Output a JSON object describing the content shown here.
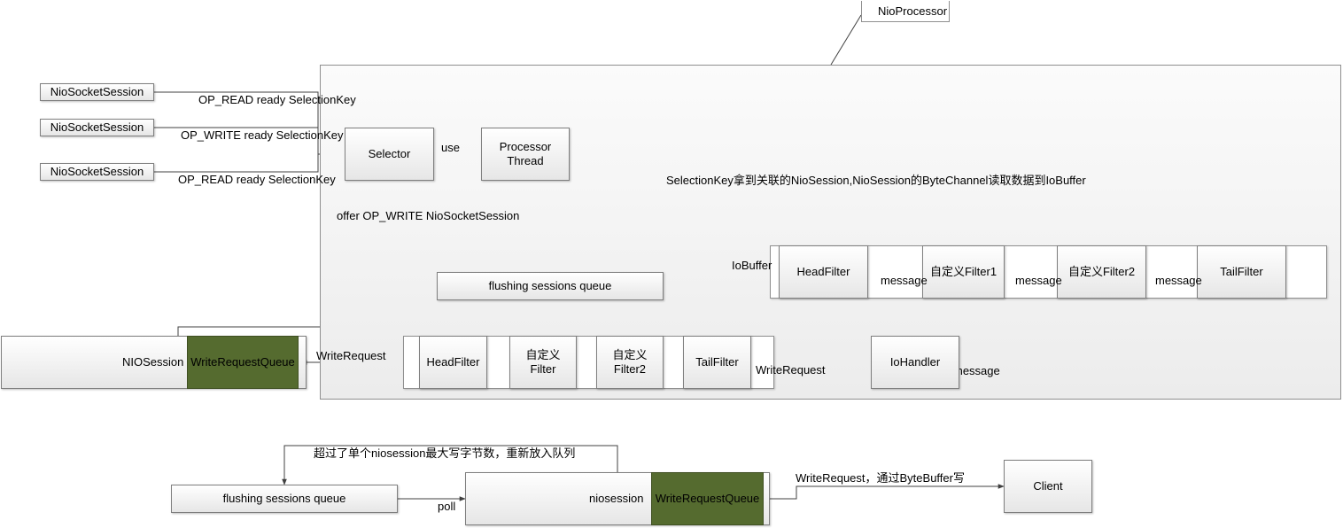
{
  "processor": {
    "label": "NioProcessor"
  },
  "sessions": [
    "NioSocketSession",
    "NioSocketSession",
    "NioSocketSession"
  ],
  "session_edges": [
    "OP_READ ready  SelectionKey",
    "OP_WRITE ready SelectionKey",
    "OP_READ ready SelectionKey"
  ],
  "selector": "Selector",
  "processor_thread": "Processor\nThread",
  "use_label": "use",
  "read_note": "SelectionKey拿到关联的NioSession,NioSession的ByteChannel读取数据到IoBuffer",
  "offer_label": "offer OP_WRITE NioSocketSession",
  "flushing_queue": "flushing sessions queue",
  "read_chain": {
    "input_label": "IoBuffer",
    "filters": [
      "HeadFilter",
      "自定义Filter1",
      "自定义Filter2",
      "TailFilter"
    ],
    "edge_labels": [
      "message",
      "message",
      "message"
    ]
  },
  "to_handler_label": "message",
  "iohandler": "IoHandler",
  "write_chain": {
    "input_label": "WriteRequest",
    "filters": [
      "TailFilter",
      "自定义\nFilter2",
      "自定义\nFilter",
      "HeadFilter"
    ],
    "output_label": "WriteRequest"
  },
  "nio_session": {
    "label": "NIOSession",
    "queue": "WriteRequestQueue"
  },
  "bottom": {
    "requeue_note": "超过了单个niosession最大写字节数，重新放入队列",
    "flushing_queue": "flushing sessions queue",
    "poll_label": "poll",
    "session_label": "niosession",
    "queue": "WriteRequestQueue",
    "write_label": "WriteRequest，通过ByteBuffer写",
    "client": "Client"
  },
  "colors": {
    "queue_fill": "#556b2f",
    "line": "#404040",
    "box_border": "#7f7f7f"
  }
}
